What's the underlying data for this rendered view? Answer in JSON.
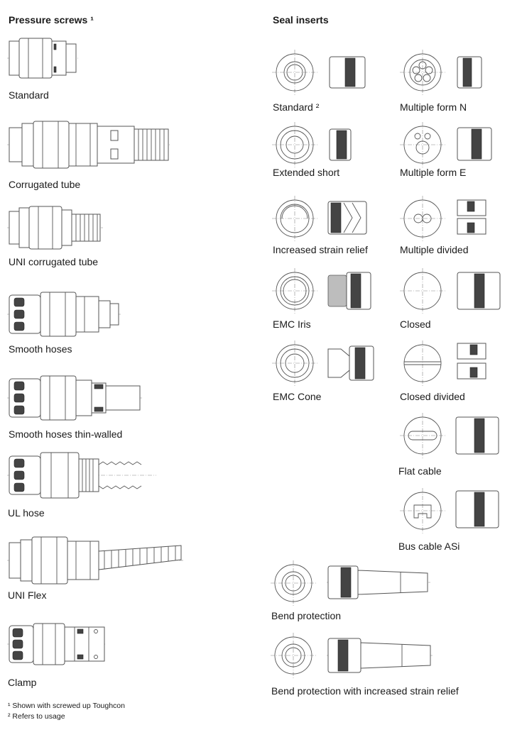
{
  "pressure_screws": {
    "heading": "Pressure screws ¹",
    "items": [
      "Standard",
      "Corrugated tube",
      "UNI corrugated tube",
      "Smooth hoses",
      "Smooth hoses thin-walled",
      "UL hose",
      "UNI Flex",
      "Clamp"
    ]
  },
  "seal_inserts": {
    "heading": "Seal inserts",
    "items": [
      "Standard ²",
      "Multiple form N",
      "Extended short",
      "Multiple form E",
      "Increased strain relief",
      "Multiple divided",
      "EMC Iris",
      "Closed",
      "EMC Cone",
      "Closed divided",
      "Flat cable",
      "Bus cable ASi",
      "Bend protection",
      "Bend protection with increased strain relief"
    ]
  },
  "footnotes": {
    "note1": "¹ Shown with screwed up Toughcon",
    "note2": "² Refers to usage"
  }
}
